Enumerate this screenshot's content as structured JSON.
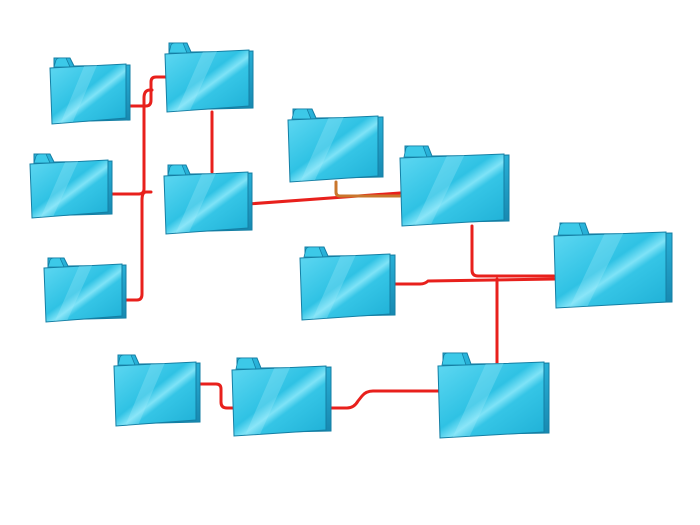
{
  "colors": {
    "background": "#ffffff",
    "folder_front": "#33c6e6",
    "folder_back": "#1d9dc2",
    "folder_edge": "#147fa4",
    "folder_highlight": "#a8eefb",
    "connector": "#e8201c",
    "connector_stub": "#c9762c"
  },
  "nodes": [
    {
      "id": "f1",
      "icon": "folder-icon"
    },
    {
      "id": "f2",
      "icon": "folder-icon"
    },
    {
      "id": "f3",
      "icon": "folder-icon"
    },
    {
      "id": "f4",
      "icon": "folder-icon"
    },
    {
      "id": "f5",
      "icon": "folder-icon"
    },
    {
      "id": "f6",
      "icon": "folder-icon"
    },
    {
      "id": "f7",
      "icon": "folder-icon"
    },
    {
      "id": "f8",
      "icon": "folder-icon"
    },
    {
      "id": "f9",
      "icon": "folder-icon"
    },
    {
      "id": "f10",
      "icon": "folder-icon"
    },
    {
      "id": "f11",
      "icon": "folder-icon"
    },
    {
      "id": "f12",
      "icon": "folder-icon"
    },
    {
      "id": "f13",
      "icon": "folder-icon"
    }
  ],
  "connections": [
    {
      "from": "f1",
      "to": "f2"
    },
    {
      "from": "f3",
      "to": "f2"
    },
    {
      "from": "f4",
      "to": "f2"
    },
    {
      "from": "f2",
      "to": "f5"
    },
    {
      "from": "f5",
      "to": "f7"
    },
    {
      "from": "f6",
      "to": "f7"
    },
    {
      "from": "f7",
      "to": "f9"
    },
    {
      "from": "f8",
      "to": "f9"
    },
    {
      "from": "f9",
      "to": "f12"
    },
    {
      "from": "f10",
      "to": "f11"
    },
    {
      "from": "f11",
      "to": "f12"
    },
    {
      "from": "f13",
      "to": "f9"
    }
  ]
}
